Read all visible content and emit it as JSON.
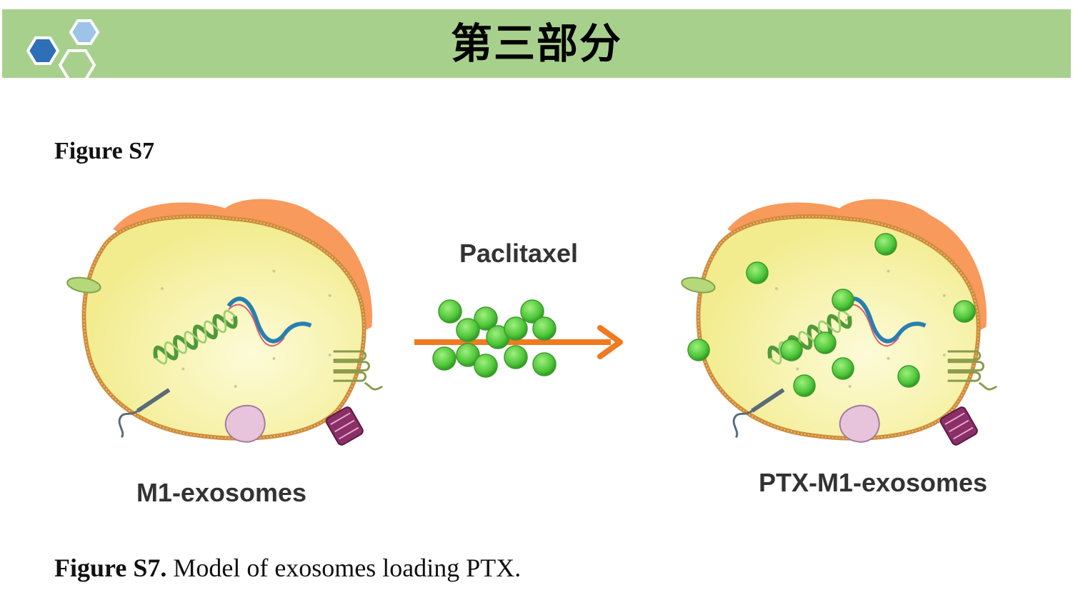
{
  "header": {
    "title": "第三部分",
    "logo_icon": "hexagon-cluster-icon",
    "band_color": "#a8d08d"
  },
  "figure": {
    "label": "Figure S7",
    "caption_bold": "Figure S7.",
    "caption_text": " Model of exosomes loading PTX."
  },
  "diagram": {
    "left_label": "M1-exosomes",
    "arrow_label": "Paclitaxel",
    "right_label": "PTX-M1-exosomes",
    "colors": {
      "cytoplasm": "#f7f3a0",
      "membrane": "#cf8a3e",
      "cap": "#f79a5c",
      "drug": "#5cd04a",
      "arrow": "#f07a1f"
    }
  }
}
